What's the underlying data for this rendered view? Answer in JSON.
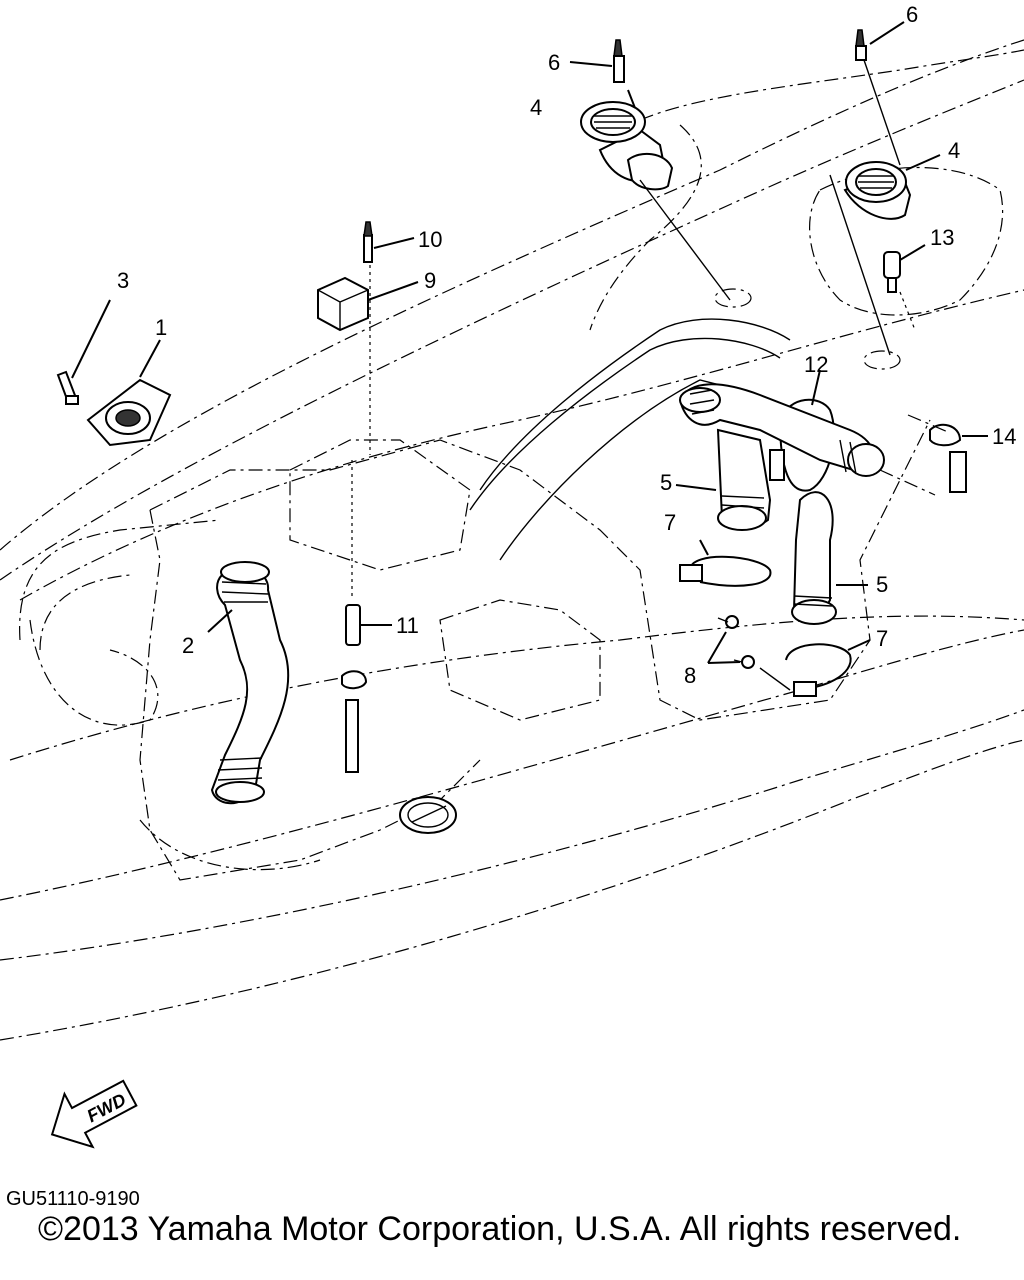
{
  "callouts": {
    "c1": "1",
    "c2": "2",
    "c3": "3",
    "c4a": "4",
    "c4b": "4",
    "c5a": "5",
    "c5b": "5",
    "c6a": "6",
    "c6b": "6",
    "c7a": "7",
    "c7b": "7",
    "c8": "8",
    "c9": "9",
    "c10": "10",
    "c11": "11",
    "c12": "12",
    "c13": "13",
    "c14": "14"
  },
  "fwd_label": "FWD",
  "drawing_code": "GU51110-9190",
  "copyright": "©2013 Yamaha Motor Corporation, U.S.A. All rights reserved."
}
